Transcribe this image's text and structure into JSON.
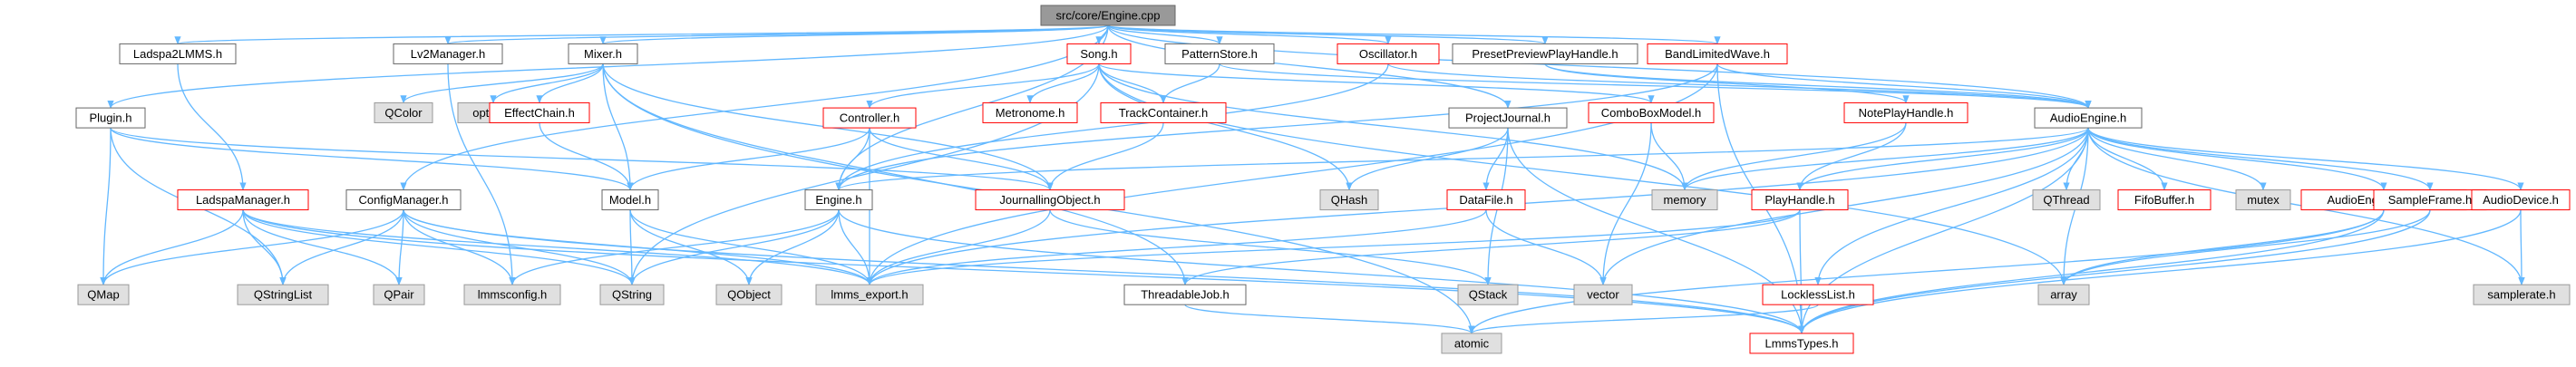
{
  "diagram": {
    "type": "include-dependency-graph",
    "root": "n0",
    "colors": {
      "edge": "#63b8ff",
      "root_fill": "#999999",
      "root_border": "#666666",
      "file_fill": "#ffffff",
      "file_border": "#666666",
      "truncated_border": "#ff0000",
      "system_fill": "#e0e0e0",
      "system_border": "#999999"
    },
    "nodes": [
      {
        "id": "n0",
        "label": "src/core/Engine.cpp",
        "kind": "root"
      },
      {
        "id": "n1",
        "label": "Ladspa2LMMS.h",
        "kind": "file"
      },
      {
        "id": "n2",
        "label": "Lv2Manager.h",
        "kind": "file"
      },
      {
        "id": "n3",
        "label": "Mixer.h",
        "kind": "file"
      },
      {
        "id": "n4",
        "label": "Song.h",
        "kind": "truncated"
      },
      {
        "id": "n5",
        "label": "PatternStore.h",
        "kind": "file"
      },
      {
        "id": "n6",
        "label": "Oscillator.h",
        "kind": "truncated"
      },
      {
        "id": "n7",
        "label": "PresetPreviewPlayHandle.h",
        "kind": "file"
      },
      {
        "id": "n8",
        "label": "BandLimitedWave.h",
        "kind": "truncated"
      },
      {
        "id": "n9",
        "label": "Plugin.h",
        "kind": "file"
      },
      {
        "id": "n10",
        "label": "LadspaManager.h",
        "kind": "truncated"
      },
      {
        "id": "n11",
        "label": "ConfigManager.h",
        "kind": "file"
      },
      {
        "id": "n12",
        "label": "QColor",
        "kind": "system"
      },
      {
        "id": "n13",
        "label": "optional",
        "kind": "system"
      },
      {
        "id": "n14",
        "label": "EffectChain.h",
        "kind": "truncated"
      },
      {
        "id": "n15",
        "label": "Model.h",
        "kind": "file"
      },
      {
        "id": "n16",
        "label": "Controller.h",
        "kind": "truncated"
      },
      {
        "id": "n17",
        "label": "Metronome.h",
        "kind": "truncated"
      },
      {
        "id": "n18",
        "label": "TrackContainer.h",
        "kind": "truncated"
      },
      {
        "id": "n19",
        "label": "JournallingObject.h",
        "kind": "truncated"
      },
      {
        "id": "n20",
        "label": "Engine.h",
        "kind": "file"
      },
      {
        "id": "n21",
        "label": "ProjectJournal.h",
        "kind": "file"
      },
      {
        "id": "n22",
        "label": "QHash",
        "kind": "system"
      },
      {
        "id": "n23",
        "label": "DataFile.h",
        "kind": "truncated"
      },
      {
        "id": "n24",
        "label": "ComboBoxModel.h",
        "kind": "truncated"
      },
      {
        "id": "n25",
        "label": "memory",
        "kind": "system"
      },
      {
        "id": "n26",
        "label": "NotePlayHandle.h",
        "kind": "truncated"
      },
      {
        "id": "n27",
        "label": "PlayHandle.h",
        "kind": "truncated"
      },
      {
        "id": "n28",
        "label": "AudioEngine.h",
        "kind": "file"
      },
      {
        "id": "n29",
        "label": "QThread",
        "kind": "system"
      },
      {
        "id": "n30",
        "label": "FifoBuffer.h",
        "kind": "truncated"
      },
      {
        "id": "n31",
        "label": "mutex",
        "kind": "system"
      },
      {
        "id": "n32",
        "label": "AudioEngineProfiler.h",
        "kind": "truncated"
      },
      {
        "id": "n33",
        "label": "SampleFrame.h",
        "kind": "truncated"
      },
      {
        "id": "n34",
        "label": "AudioDevice.h",
        "kind": "truncated"
      },
      {
        "id": "n35",
        "label": "QMap",
        "kind": "system"
      },
      {
        "id": "n36",
        "label": "QStringList",
        "kind": "system"
      },
      {
        "id": "n37",
        "label": "QPair",
        "kind": "system"
      },
      {
        "id": "n38",
        "label": "lmmsconfig.h",
        "kind": "system"
      },
      {
        "id": "n39",
        "label": "QString",
        "kind": "system"
      },
      {
        "id": "n40",
        "label": "QObject",
        "kind": "system"
      },
      {
        "id": "n41",
        "label": "lmms_export.h",
        "kind": "system"
      },
      {
        "id": "n42",
        "label": "ThreadableJob.h",
        "kind": "file"
      },
      {
        "id": "n43",
        "label": "QStack",
        "kind": "system"
      },
      {
        "id": "n44",
        "label": "vector",
        "kind": "system"
      },
      {
        "id": "n45",
        "label": "LocklessList.h",
        "kind": "truncated"
      },
      {
        "id": "n46",
        "label": "array",
        "kind": "system"
      },
      {
        "id": "n47",
        "label": "samplerate.h",
        "kind": "system"
      },
      {
        "id": "n48",
        "label": "atomic",
        "kind": "system"
      },
      {
        "id": "n49",
        "label": "LmmsTypes.h",
        "kind": "truncated"
      }
    ],
    "edges": [
      [
        "n0",
        "n1"
      ],
      [
        "n0",
        "n2"
      ],
      [
        "n0",
        "n3"
      ],
      [
        "n0",
        "n4"
      ],
      [
        "n0",
        "n5"
      ],
      [
        "n0",
        "n6"
      ],
      [
        "n0",
        "n7"
      ],
      [
        "n0",
        "n8"
      ],
      [
        "n0",
        "n9"
      ],
      [
        "n0",
        "n11"
      ],
      [
        "n0",
        "n20"
      ],
      [
        "n0",
        "n28"
      ],
      [
        "n0",
        "n21"
      ],
      [
        "n1",
        "n10"
      ],
      [
        "n2",
        "n38"
      ],
      [
        "n3",
        "n12"
      ],
      [
        "n3",
        "n13"
      ],
      [
        "n3",
        "n14"
      ],
      [
        "n3",
        "n15"
      ],
      [
        "n3",
        "n19"
      ],
      [
        "n3",
        "n42"
      ],
      [
        "n3",
        "n48"
      ],
      [
        "n4",
        "n16"
      ],
      [
        "n4",
        "n17"
      ],
      [
        "n4",
        "n18"
      ],
      [
        "n4",
        "n24"
      ],
      [
        "n4",
        "n22"
      ],
      [
        "n4",
        "n25"
      ],
      [
        "n4",
        "n39"
      ],
      [
        "n4",
        "n46"
      ],
      [
        "n5",
        "n18"
      ],
      [
        "n5",
        "n28"
      ],
      [
        "n6",
        "n28"
      ],
      [
        "n6",
        "n20"
      ],
      [
        "n7",
        "n28"
      ],
      [
        "n7",
        "n26"
      ],
      [
        "n8",
        "n28"
      ],
      [
        "n8",
        "n20"
      ],
      [
        "n8",
        "n49"
      ],
      [
        "n8",
        "n41"
      ],
      [
        "n9",
        "n15"
      ],
      [
        "n9",
        "n35"
      ],
      [
        "n9",
        "n36"
      ],
      [
        "n9",
        "n19"
      ],
      [
        "n10",
        "n35"
      ],
      [
        "n10",
        "n36"
      ],
      [
        "n10",
        "n37"
      ],
      [
        "n10",
        "n39"
      ],
      [
        "n10",
        "n41"
      ],
      [
        "n10",
        "n49"
      ],
      [
        "n11",
        "n35"
      ],
      [
        "n11",
        "n36"
      ],
      [
        "n11",
        "n37"
      ],
      [
        "n11",
        "n38"
      ],
      [
        "n11",
        "n39"
      ],
      [
        "n11",
        "n41"
      ],
      [
        "n11",
        "n49"
      ],
      [
        "n14",
        "n15"
      ],
      [
        "n15",
        "n39"
      ],
      [
        "n15",
        "n40"
      ],
      [
        "n15",
        "n41"
      ],
      [
        "n16",
        "n15"
      ],
      [
        "n16",
        "n20"
      ],
      [
        "n16",
        "n41"
      ],
      [
        "n16",
        "n19"
      ],
      [
        "n18",
        "n19"
      ],
      [
        "n19",
        "n43"
      ],
      [
        "n19",
        "n41"
      ],
      [
        "n20",
        "n38"
      ],
      [
        "n20",
        "n39"
      ],
      [
        "n20",
        "n40"
      ],
      [
        "n20",
        "n41"
      ],
      [
        "n20",
        "n49"
      ],
      [
        "n21",
        "n22"
      ],
      [
        "n21",
        "n23"
      ],
      [
        "n21",
        "n43"
      ],
      [
        "n21",
        "n49"
      ],
      [
        "n23",
        "n41"
      ],
      [
        "n23",
        "n44"
      ],
      [
        "n24",
        "n25"
      ],
      [
        "n24",
        "n44"
      ],
      [
        "n26",
        "n25"
      ],
      [
        "n26",
        "n27"
      ],
      [
        "n27",
        "n42"
      ],
      [
        "n27",
        "n41"
      ],
      [
        "n27",
        "n49"
      ],
      [
        "n28",
        "n20"
      ],
      [
        "n28",
        "n25"
      ],
      [
        "n28",
        "n27"
      ],
      [
        "n28",
        "n29"
      ],
      [
        "n28",
        "n30"
      ],
      [
        "n28",
        "n31"
      ],
      [
        "n28",
        "n32"
      ],
      [
        "n28",
        "n33"
      ],
      [
        "n28",
        "n34"
      ],
      [
        "n28",
        "n41"
      ],
      [
        "n28",
        "n44"
      ],
      [
        "n28",
        "n45"
      ],
      [
        "n28",
        "n46"
      ],
      [
        "n28",
        "n47"
      ],
      [
        "n28",
        "n49"
      ],
      [
        "n32",
        "n46"
      ],
      [
        "n32",
        "n48"
      ],
      [
        "n32",
        "n49"
      ],
      [
        "n33",
        "n46"
      ],
      [
        "n33",
        "n49"
      ],
      [
        "n34",
        "n47"
      ],
      [
        "n34",
        "n49"
      ],
      [
        "n42",
        "n48"
      ],
      [
        "n45",
        "n48"
      ]
    ]
  }
}
